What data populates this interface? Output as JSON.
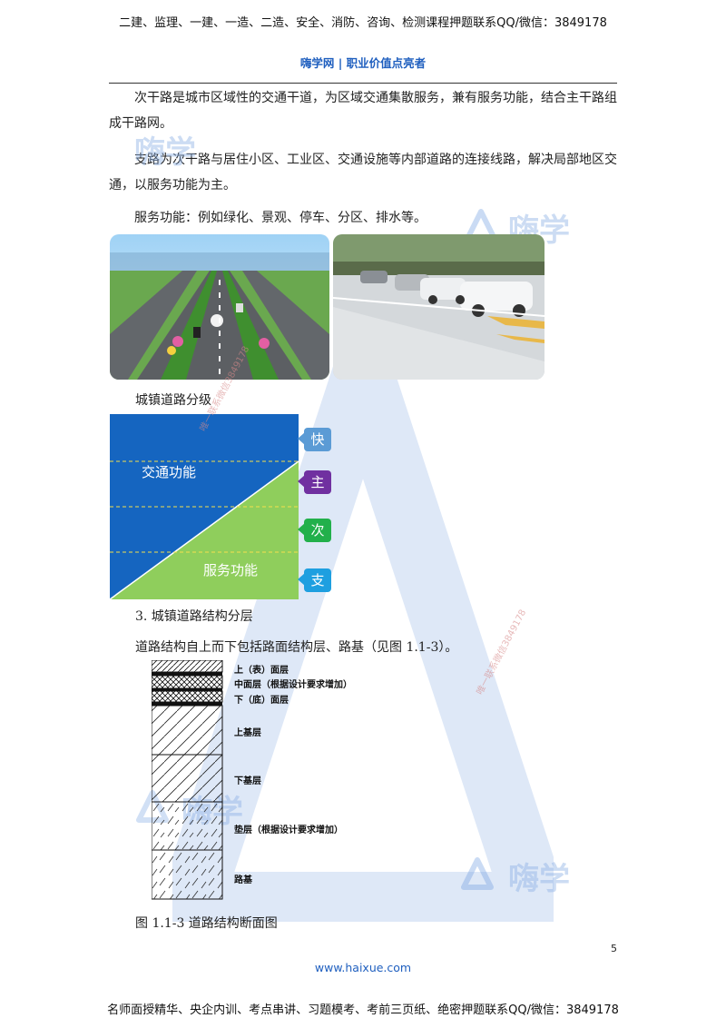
{
  "header": {
    "banner": "二建、监理、一建、一造、二造、安全、消防、咨询、检测课程押题联系QQ/微信：3849178",
    "site": "嗨学网 | 职业价值点亮者"
  },
  "body": {
    "para1": "次干路是城市区域性的交通干道，为区域交通集散服务，兼有服务功能，结合主干路组成干路网。",
    "para2": "支路为次干路与居住小区、工业区、交通设施等内部道路的连接线路，解决局部地区交通，以服务功能为主。",
    "para3": "服务功能：例如绿化、景观、停车、分区、排水等。",
    "grading_caption": "城镇道路分级",
    "section_heading": "3.  城镇道路结构分层",
    "para4": "道路结构自上而下包括路面结构层、路基（见图 1.1-3）。",
    "figure_caption": "图 1.1-3 道路结构断面图"
  },
  "grading_diagram": {
    "traffic_label": "交通功能",
    "service_label": "服务功能",
    "grades": [
      "快",
      "主",
      "次",
      "支"
    ],
    "colors": {
      "traffic": "#1565c0",
      "service": "#8fce5c",
      "kuai": "#5b9bd5",
      "zhu": "#7030a0",
      "ci": "#22b04b",
      "zhi": "#1e9fe0"
    }
  },
  "structure_diagram": {
    "labels": [
      "上（表）面层",
      "中面层（根据设计要求增加）",
      "下（底）面层",
      "上基层",
      "下基层",
      "垫层（根据设计要求增加）",
      "路基"
    ]
  },
  "watermarks": {
    "brand": "嗨学",
    "diagonal": "唯一联系微信3849178"
  },
  "page": {
    "number": "5",
    "url": "www.haixue.com"
  },
  "footer": {
    "banner": "名师面授精华、央企内训、考点串讲、习题模考、考前三页纸、绝密押题联系QQ/微信：3849178"
  }
}
